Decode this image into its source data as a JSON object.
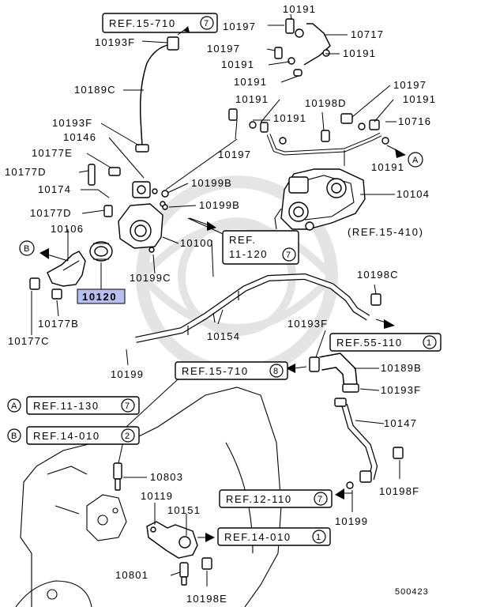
{
  "diagram_id": "500423",
  "highlighted_part": "10120",
  "parts": {
    "p10191_top": "10191",
    "p10197_a": "10197",
    "p10717": "10717",
    "p10193F_top": "10193F",
    "p10197_b": "10197",
    "p10191_b": "10191",
    "p10191_c": "10191",
    "p10191_d": "10191",
    "p10189C": "10189C",
    "p10197_r": "10197",
    "p10191_r": "10191",
    "p10191_e": "10191",
    "p10198D": "10198D",
    "p10716": "10716",
    "p10193F_l": "10193F",
    "p10146": "10146",
    "p10191_f": "10191",
    "p10197_c": "10197",
    "p10191_g": "10191",
    "p10177E": "10177E",
    "p10177D": "10177D",
    "p10199B_a": "10199B",
    "p10174": "10174",
    "p10104": "10104",
    "p10199B_b": "10199B",
    "p10177D_b": "10177D",
    "p10106": "10106",
    "p10100": "10100",
    "p10198C": "10198C",
    "p10199C": "10199C",
    "p10120": "10120",
    "p10177B": "10177B",
    "p10193F_m": "10193F",
    "p10154": "10154",
    "p10177C": "10177C",
    "p10199_a": "10199",
    "p10189B": "10189B",
    "p10193F_r": "10193F",
    "p10147": "10147",
    "p10803": "10803",
    "p10198F": "10198F",
    "p10119": "10119",
    "p10151": "10151",
    "p10199_b": "10199",
    "p10801": "10801",
    "p10198E": "10198E"
  },
  "refs": {
    "r15_710_top": {
      "text": "REF.15-710",
      "num": "7"
    },
    "r15_410": {
      "text": "(REF.15-410)"
    },
    "r11_120": {
      "line1": "REF.",
      "line2": "11-120",
      "num": "7"
    },
    "r55_110": {
      "text": "REF.55-110",
      "num": "1"
    },
    "r15_710_mid": {
      "text": "REF.15-710",
      "num": "8"
    },
    "rA": {
      "letter": "A",
      "text": "REF.11-130",
      "num": "7"
    },
    "rB": {
      "letter": "B",
      "text": "REF.14-010",
      "num": "2"
    },
    "r12_110": {
      "text": "REF.12-110",
      "num": "7"
    },
    "r14_010_low": {
      "text": "REF.14-010",
      "num": "1"
    }
  },
  "markers": {
    "A": "A",
    "B": "B"
  }
}
